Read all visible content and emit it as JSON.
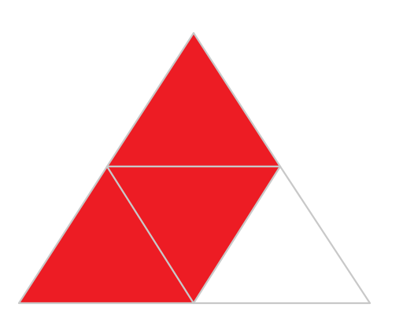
{
  "diagram": {
    "kind": "triangle fraction model",
    "total_parts": 4,
    "shaded_parts": 3,
    "colors": {
      "shaded_fill": "#ed1c24",
      "unshaded_fill": "#ffffff",
      "outline": "#c8c8c8"
    },
    "parts": [
      {
        "id": "top",
        "shaded": true
      },
      {
        "id": "bottom-left",
        "shaded": true
      },
      {
        "id": "center-inverted",
        "shaded": true
      },
      {
        "id": "bottom-right",
        "shaded": false
      }
    ]
  }
}
